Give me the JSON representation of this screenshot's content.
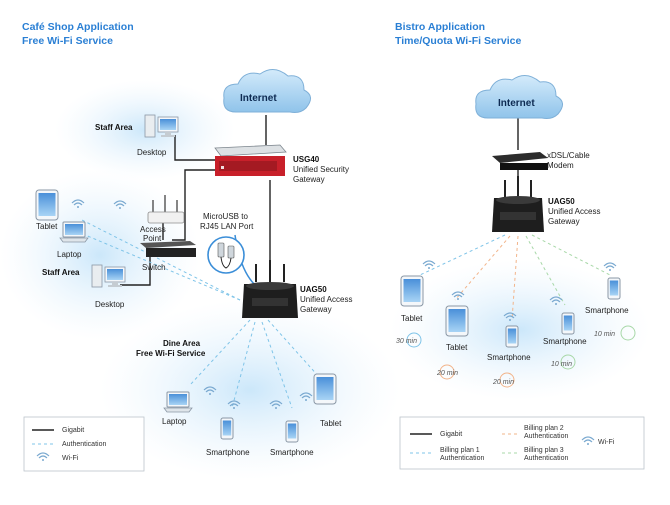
{
  "cafe": {
    "title_line1": "Café Shop Application",
    "title_line2": "Free Wi-Fi Service",
    "internet": "Internet",
    "staff_area_top": "Staff Area",
    "desktop_top": "Desktop",
    "usg40_name": "USG40",
    "usg40_desc1": "Unified Security",
    "usg40_desc2": "Gateway",
    "tablet": "Tablet",
    "laptop": "Laptop",
    "access_point1": "Access",
    "access_point2": "Point",
    "switch": "Switch",
    "staff_area_mid": "Staff Area",
    "desktop_mid": "Desktop",
    "microusb1": "MicroUSB to",
    "microusb2": "RJ45 LAN Port",
    "uag50_name": "UAG50",
    "uag50_desc1": "Unified Access",
    "uag50_desc2": "Gateway",
    "dine1": "Dine Area",
    "dine2": "Free Wi-Fi Service",
    "laptop_bottom": "Laptop",
    "smartphone1": "Smartphone",
    "smartphone2": "Smartphone",
    "tablet_bottom": "Tablet",
    "legend": {
      "gigabit": "Gigabit",
      "authentication": "Authentication",
      "wifi": "Wi-Fi"
    }
  },
  "bistro": {
    "title_line1": "Bistro Application",
    "title_line2": "Time/Quota Wi-Fi Service",
    "internet": "Internet",
    "modem1": "xDSL/Cable",
    "modem2": "Modem",
    "uag50_name": "UAG50",
    "uag50_desc1": "Unified Access",
    "uag50_desc2": "Gateway",
    "devices": [
      {
        "label": "Tablet",
        "time": "30 min"
      },
      {
        "label": "Tablet",
        "time": "20 min"
      },
      {
        "label": "Smartphone",
        "time": "20 min"
      },
      {
        "label": "Smartphone",
        "time": "10 min"
      },
      {
        "label": "Smartphone",
        "time": "10 min"
      }
    ],
    "legend": {
      "gigabit": "Gigabit",
      "plan1_l1": "Billing plan 1",
      "plan1_l2": "Authentication",
      "plan2_l1": "Billing plan 2",
      "plan2_l2": "Authentication",
      "plan3_l1": "Billing plan 3",
      "plan3_l2": "Authentication",
      "wifi": "Wi-Fi"
    }
  },
  "colors": {
    "title": "#2a7fd4",
    "gigabit": "#222222",
    "auth": "#7fc4e8",
    "plan1": "#7fc4e8",
    "plan2": "#f2b48a",
    "plan3": "#a8d8a8",
    "usg_red": "#c8202a"
  }
}
